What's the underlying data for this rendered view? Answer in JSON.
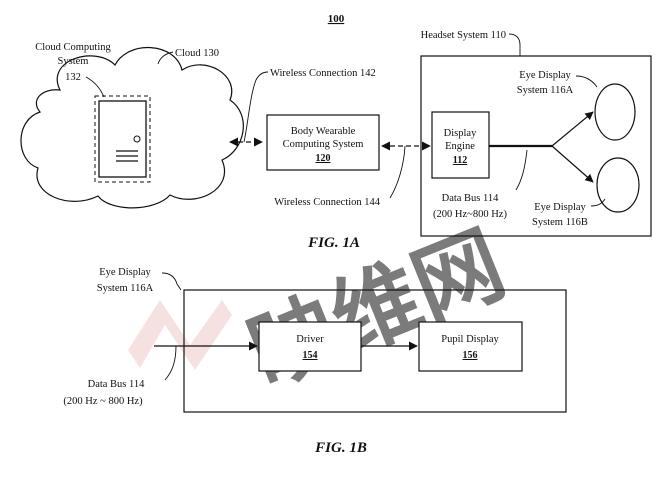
{
  "figure_number": "100",
  "fig1a": {
    "caption": "FIG. 1A",
    "cloud_computing": {
      "line1": "Cloud Computing",
      "line2": "System",
      "ref": "132"
    },
    "cloud": {
      "label": "Cloud 130"
    },
    "wireless_142": "Wireless Connection 142",
    "wireless_144": "Wireless Connection 144",
    "body_wearable": {
      "line1": "Body Wearable",
      "line2": "Computing System",
      "ref": "120"
    },
    "headset": {
      "label": "Headset System 110"
    },
    "display_engine": {
      "line1": "Display",
      "line2": "Engine",
      "ref": "112"
    },
    "data_bus": {
      "line1": "Data Bus 114",
      "line2": "(200 Hz~800 Hz)"
    },
    "eye_display_a": {
      "line1": "Eye Display",
      "line2": "System 116A"
    },
    "eye_display_b": {
      "line1": "Eye Display",
      "line2": "System 116B"
    }
  },
  "fig1b": {
    "caption": "FIG. 1B",
    "eye_display_a": {
      "line1": "Eye Display",
      "line2": "System 116A"
    },
    "driver": {
      "label": "Driver",
      "ref": "154"
    },
    "pupil_display": {
      "label": "Pupil Display",
      "ref": "156"
    },
    "data_bus": {
      "line1": "Data Bus 114",
      "line2": "(200 Hz ~ 800 Hz)"
    }
  },
  "watermark": {
    "text": "映维网"
  },
  "colors": {
    "line": "#111111",
    "watermark_blue": "#c9d6ec",
    "watermark_red": "#f0c9c9"
  }
}
